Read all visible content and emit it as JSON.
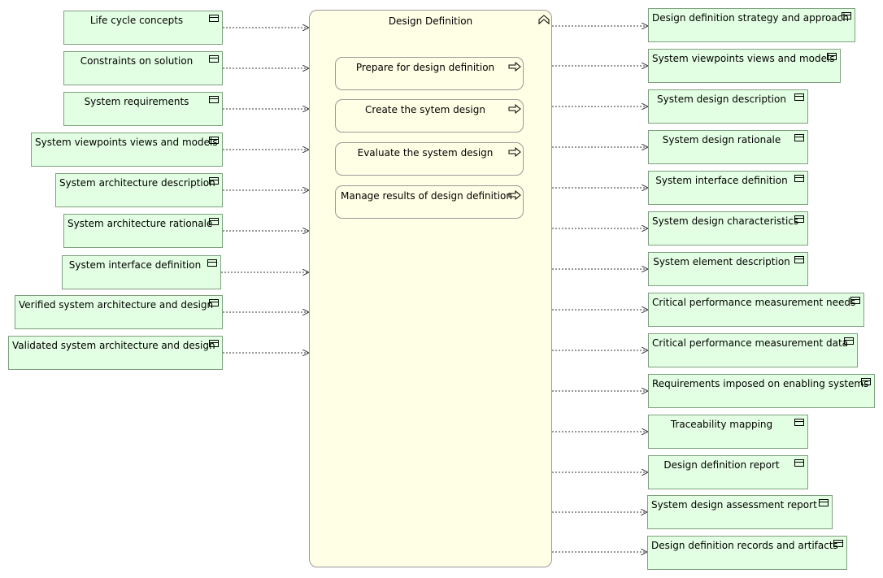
{
  "diagram": {
    "process": {
      "title": "Design Definition",
      "icon": "process-collapse-icon",
      "activities": [
        {
          "label": "Prepare for design definition",
          "icon": "process-arrow-icon"
        },
        {
          "label": "Create the sytem design",
          "icon": "process-arrow-icon"
        },
        {
          "label": "Evaluate the system design",
          "icon": "process-arrow-icon"
        },
        {
          "label": "Manage results of design definition",
          "icon": "process-arrow-icon"
        }
      ]
    },
    "inputs": [
      {
        "label": "Life cycle concepts"
      },
      {
        "label": "Constraints on solution"
      },
      {
        "label": "System requirements"
      },
      {
        "label": "System viewpoints views and models"
      },
      {
        "label": "System architecture description"
      },
      {
        "label": "System architecture rationale"
      },
      {
        "label": "System interface definition"
      },
      {
        "label": "Verified system architecture and design"
      },
      {
        "label": "Validated system architecture and design"
      }
    ],
    "outputs": [
      {
        "label": "Design definition strategy and approach"
      },
      {
        "label": "System viewpoints views and models"
      },
      {
        "label": "System design description"
      },
      {
        "label": "System design rationale"
      },
      {
        "label": "System interface definition"
      },
      {
        "label": "System design characteristics"
      },
      {
        "label": "System element description"
      },
      {
        "label": "Critical performance measurement needs"
      },
      {
        "label": "Critical performance measurement data"
      },
      {
        "label": "Requirements imposed on enabling systems"
      },
      {
        "label": "Traceability mapping"
      },
      {
        "label": "Design definition report"
      },
      {
        "label": "System design assessment report"
      },
      {
        "label": "Design definition records and artifacts"
      }
    ],
    "object_icon": "business-object-icon",
    "colors": {
      "object_fill": "#e3ffe3",
      "object_border": "#7fa07f",
      "process_fill": "#ffffe6",
      "process_border": "#999999",
      "connector": "#333333"
    }
  }
}
